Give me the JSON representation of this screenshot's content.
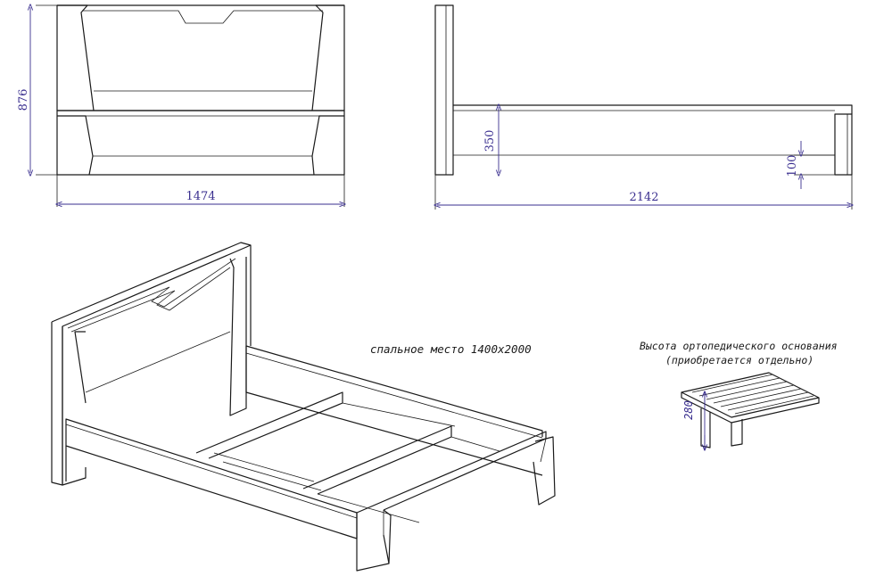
{
  "dimensions": {
    "front_height": "876",
    "front_width": "1474",
    "side_frame_height": "350",
    "side_leg_height": "100",
    "side_length": "2142",
    "base_height": "280"
  },
  "notes": {
    "sleeping_place": "спальное место 1400х2000",
    "base_line1": "Высота ортопедического основания",
    "base_line2": "(приобретается отдельно)"
  },
  "colors": {
    "line": "#1a1a1a",
    "dimension": "#3a2f8f",
    "background": "#ffffff"
  }
}
